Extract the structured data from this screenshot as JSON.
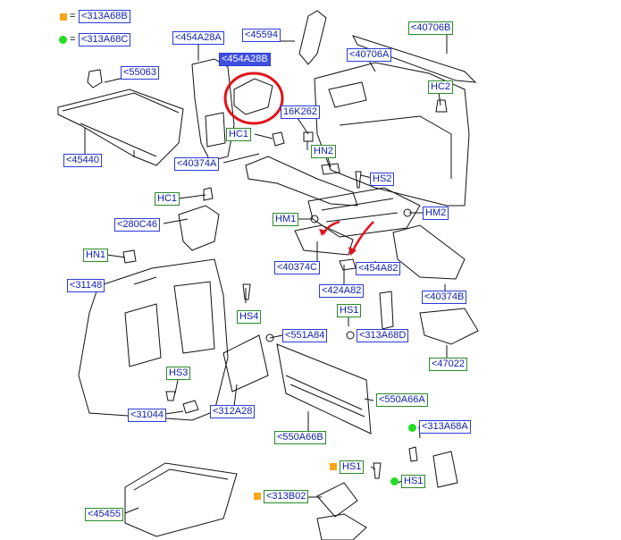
{
  "legend": {
    "square_color": "#f7a51a",
    "dot_color": "#22dd22",
    "square_label": "<313A68B",
    "dot_label": "<313A68C",
    "equals": "="
  },
  "labels": {
    "l_454A28A": "<454A28A",
    "l_45594": "<45594",
    "l_40706B": "<40706B",
    "l_454A28B": "<454A28B",
    "l_40706A": "<40706A",
    "l_55063": "<55063",
    "l_HC2": "HC2",
    "l_16K262": "16K262",
    "l_HC1_top": "HC1",
    "l_45440": "<45440",
    "l_HN2": "HN2",
    "l_40374A": "<40374A",
    "l_HS2": "HS2",
    "l_HC1_mid": "HC1",
    "l_HM1": "HM1",
    "l_HM2": "HM2",
    "l_280C46": "<280C46",
    "l_HN1": "HN1",
    "l_40374C": "<40374C",
    "l_454A82": "<454A82",
    "l_31148": "<31148",
    "l_424A82": "<424A82",
    "l_40374B": "<40374B",
    "l_HS4": "HS4",
    "l_HS1_mid": "HS1",
    "l_551A84": "<551A84",
    "l_313A68D": "<313A68D",
    "l_47022": "<47022",
    "l_HS3": "HS3",
    "l_550A66A": "<550A66A",
    "l_31044": "<31044",
    "l_312A28": "<312A28",
    "l_550A66B": "<550A66B",
    "l_313A68A": "<313A68A",
    "l_HS1_low": "HS1",
    "l_HS1_right": "HS1",
    "l_313B02": "<313B02",
    "l_45455": "<45455"
  },
  "colors": {
    "highlight_circle": "#e0141a",
    "arrow": "#e0141a",
    "blue_label_border": "#2a3cd6",
    "green_label_border": "#2a8a2a",
    "label_text": "#0d1fb0"
  }
}
